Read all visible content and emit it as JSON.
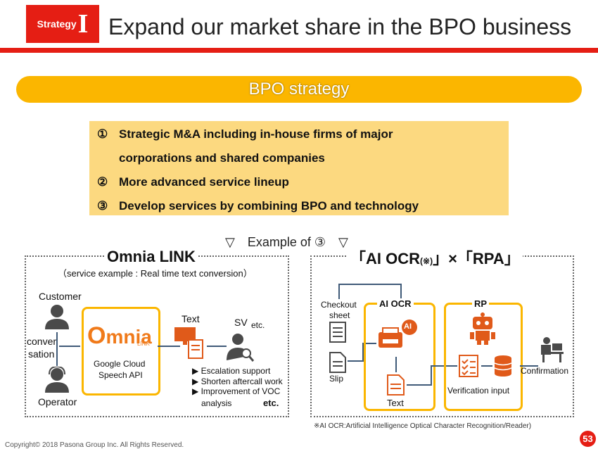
{
  "header": {
    "badge_word": "Strategy",
    "badge_numeral": "I",
    "title": "Expand our market share in the BPO business"
  },
  "banner": {
    "label": "BPO strategy"
  },
  "strategy": {
    "items": [
      {
        "num": "①",
        "line1": "Strategic M&A including in-house firms of major",
        "line2": "corporations and shared companies"
      },
      {
        "num": "②",
        "line1": "More advanced service lineup"
      },
      {
        "num": "③",
        "line1": "Develop services by combining BPO and technology"
      }
    ]
  },
  "example": {
    "label": "▽　Example of ③　▽"
  },
  "omnia": {
    "title": "Omnia LINK",
    "subtitle": "（service example : Real time text conversion）",
    "customer": "Customer",
    "operator": "Operator",
    "conversation1": "conver",
    "conversation2": "sation",
    "logo_word": "mnia",
    "logo_link": "LINK",
    "api1": "Google Cloud",
    "api2": "Speech API",
    "text_label": "Text",
    "sv_label": "SV",
    "etc_small": "etc.",
    "bullets": [
      "▶ Escalation support",
      "▶ Shorten aftercall work",
      "▶ Improvement of VOC",
      "analysis"
    ],
    "etc": "etc."
  },
  "aiocr": {
    "title_a": "「AI OCR",
    "title_mark": "(※)",
    "title_b": "」×「RPA」",
    "checkout1": "Checkout",
    "checkout2": "sheet",
    "slip": "Slip",
    "ai_ocr": "AI OCR",
    "ai_badge": "AI",
    "text": "Text",
    "rp": "RP",
    "verification": "Verification input",
    "confirmation": "Confirmation",
    "footnote": "※AI OCR:Artificial Intelligence Optical Character Recognition/Reader)"
  },
  "footer": {
    "copyright": "Copyright© 2018 Pasona Group Inc. All Rights Reserved.",
    "page": "53"
  },
  "colors": {
    "red": "#e51e14",
    "orange": "#fbb600",
    "yellow_box": "#fcd980",
    "icon_dark": "#4a4a4a",
    "icon_orange": "#f07a1a"
  }
}
